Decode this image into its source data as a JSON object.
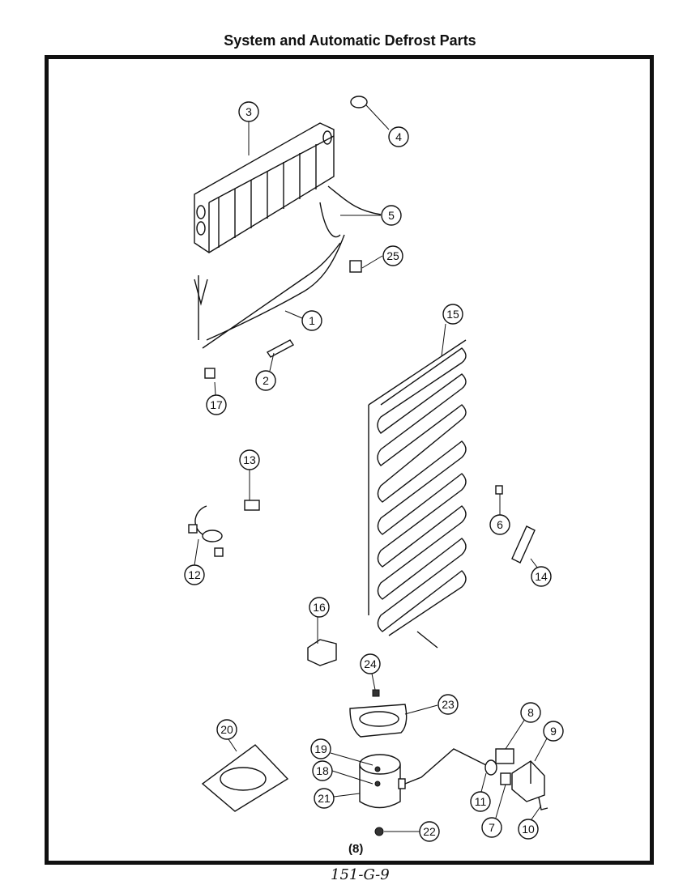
{
  "title": "System and Automatic Defrost Parts",
  "page_number": "(8)",
  "footer_code": "151-G-9",
  "callouts": {
    "c1": "1",
    "c2": "2",
    "c3": "3",
    "c4": "4",
    "c5": "5",
    "c6": "6",
    "c7": "7",
    "c8": "8",
    "c9": "9",
    "c10": "10",
    "c11": "11",
    "c12": "12",
    "c13": "13",
    "c14": "14",
    "c15": "15",
    "c16": "16",
    "c17": "17",
    "c18": "18",
    "c19": "19",
    "c20": "20",
    "c21": "21",
    "c22": "22",
    "c23": "23",
    "c24": "24",
    "c25": "25"
  }
}
